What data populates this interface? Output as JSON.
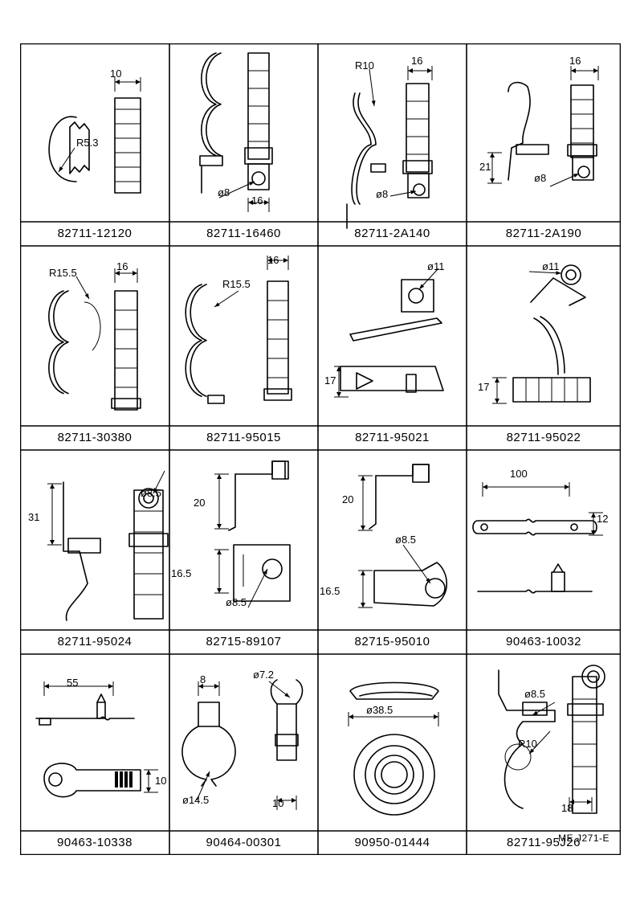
{
  "parts": [
    {
      "part_number": "82711-12120",
      "dims": [
        "10",
        "R5.3"
      ]
    },
    {
      "part_number": "82711-16460",
      "dims": [
        "ø8",
        "16"
      ]
    },
    {
      "part_number": "82711-2A140",
      "dims": [
        "R10",
        "16",
        "ø8"
      ]
    },
    {
      "part_number": "82711-2A190",
      "dims": [
        "16",
        "21",
        "ø8"
      ]
    },
    {
      "part_number": "82711-30380",
      "dims": [
        "R15.5",
        "16"
      ]
    },
    {
      "part_number": "82711-95015",
      "dims": [
        "R15.5",
        "16"
      ]
    },
    {
      "part_number": "82711-95021",
      "dims": [
        "ø11",
        "17"
      ]
    },
    {
      "part_number": "82711-95022",
      "dims": [
        "ø11",
        "17"
      ]
    },
    {
      "part_number": "82711-95024",
      "dims": [
        "ø8.5",
        "31"
      ]
    },
    {
      "part_number": "82715-89107",
      "dims": [
        "20",
        "16.5",
        "ø8.5"
      ]
    },
    {
      "part_number": "82715-95010",
      "dims": [
        "20",
        "ø8.5",
        "16.5"
      ]
    },
    {
      "part_number": "90463-10032",
      "dims": [
        "100",
        "12"
      ]
    },
    {
      "part_number": "90463-10338",
      "dims": [
        "55",
        "10"
      ]
    },
    {
      "part_number": "90464-00301",
      "dims": [
        "8",
        "ø7.2",
        "ø14.5",
        "10"
      ]
    },
    {
      "part_number": "90950-01444",
      "dims": [
        "ø38.5"
      ]
    },
    {
      "part_number": "82711-95J26",
      "dims": [
        "ø8.5",
        "R10",
        "18"
      ]
    }
  ],
  "sheet_code": "ME  J271-E"
}
